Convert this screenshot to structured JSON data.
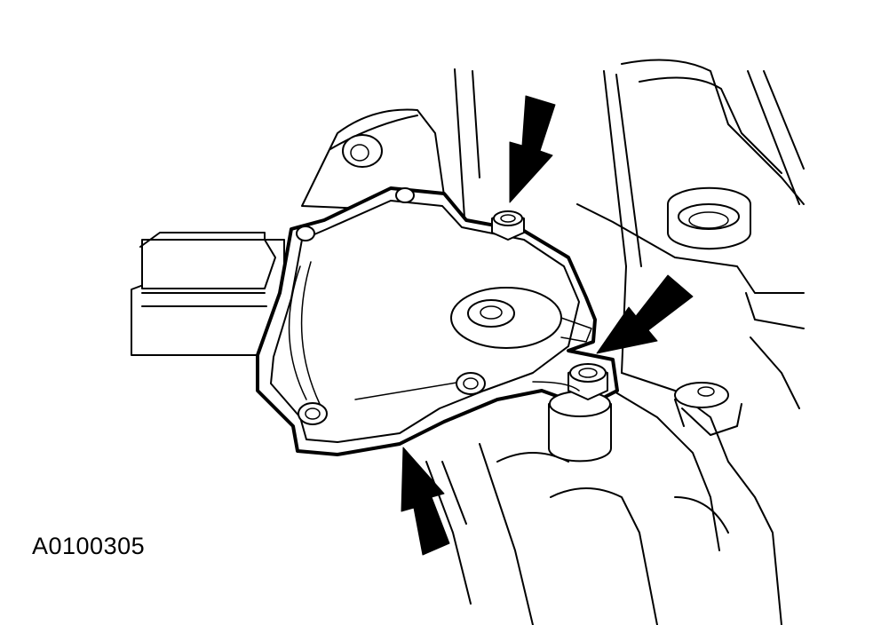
{
  "figure": {
    "code": "A0100305",
    "description_icons": [
      "sensor-cover",
      "bolt",
      "pointer-arrow"
    ]
  },
  "colors": {
    "line": "#000000",
    "background": "#ffffff"
  }
}
